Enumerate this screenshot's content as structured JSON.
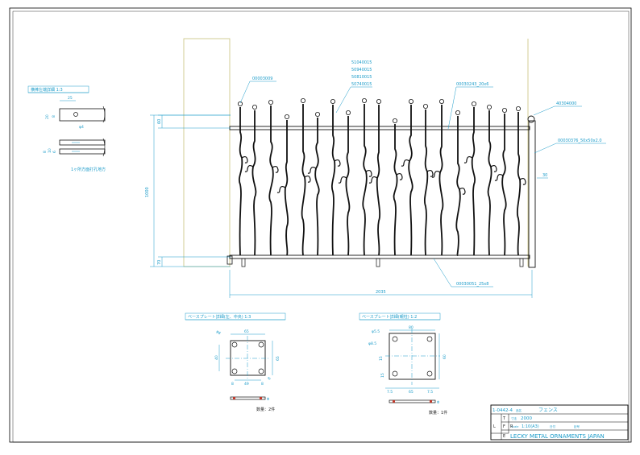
{
  "drawing": {
    "colors": {
      "line": "#111111",
      "dimension": "#1a9bc9",
      "frame": "#000000",
      "highlight": "#c0392b",
      "post": "#c8c27a"
    },
    "leader_labels": {
      "finial_left": "00003009",
      "bar_codes": [
        "51040015",
        "50940015",
        "50810015",
        "50740015"
      ],
      "top_rail": "00030243_20x6",
      "finial_right": "40304000",
      "post": "00030376_50x50x2.0",
      "bottom_rail": "00030051_25x8"
    },
    "dimensions": {
      "overall_height": "1000",
      "top_offset": "60",
      "bottom_offset": "70",
      "side_offset": "30",
      "overall_width": "2035"
    },
    "detail_hole": {
      "title": "横棒左端詳細 1:3",
      "dim_25": "25",
      "dim_20": "20",
      "dim_8": "8",
      "dim_hole": "φ4",
      "dim_8b": "8",
      "dim_10": "10",
      "dim_6": "6",
      "note": "1ヶ所方面打孔地方"
    },
    "plate_left": {
      "title": "ベースプレート詳細(左、中央) 1:3",
      "dim_65": "65",
      "dim_49": "49",
      "dim_8a": "8",
      "dim_8b": "8",
      "dim_40": "40",
      "dim_65v": "65",
      "dim_8c": "8",
      "dim_hole": "φ6",
      "qty": "数量：2件"
    },
    "plate_right": {
      "title": "ベースプレート詳細(親柱) 1:2",
      "dim_80": "80",
      "dim_hole_a": "φ5.5",
      "dim_hole_b": "φ8.5",
      "dim_60": "60",
      "dim_75a": "7.5",
      "dim_65": "65",
      "dim_75b": "7.5",
      "dim_15": "15",
      "dim_15b": "15",
      "qty": "数量：1件"
    },
    "title_block": {
      "drawing_no": "1-0442-4",
      "name_label": "品名",
      "name": "フェンス",
      "size_label": "寸法",
      "size": "2000",
      "scale_label": "Scale",
      "scale": "1:10(A3)",
      "date_label": "日付",
      "mark_label": "記号",
      "cell_t": "T",
      "cell_l": "L",
      "cell_f": "F",
      "cell_r": "R",
      "cell_e": "E",
      "company": "LECKY METAL ORNAMENTS JAPAN"
    }
  }
}
